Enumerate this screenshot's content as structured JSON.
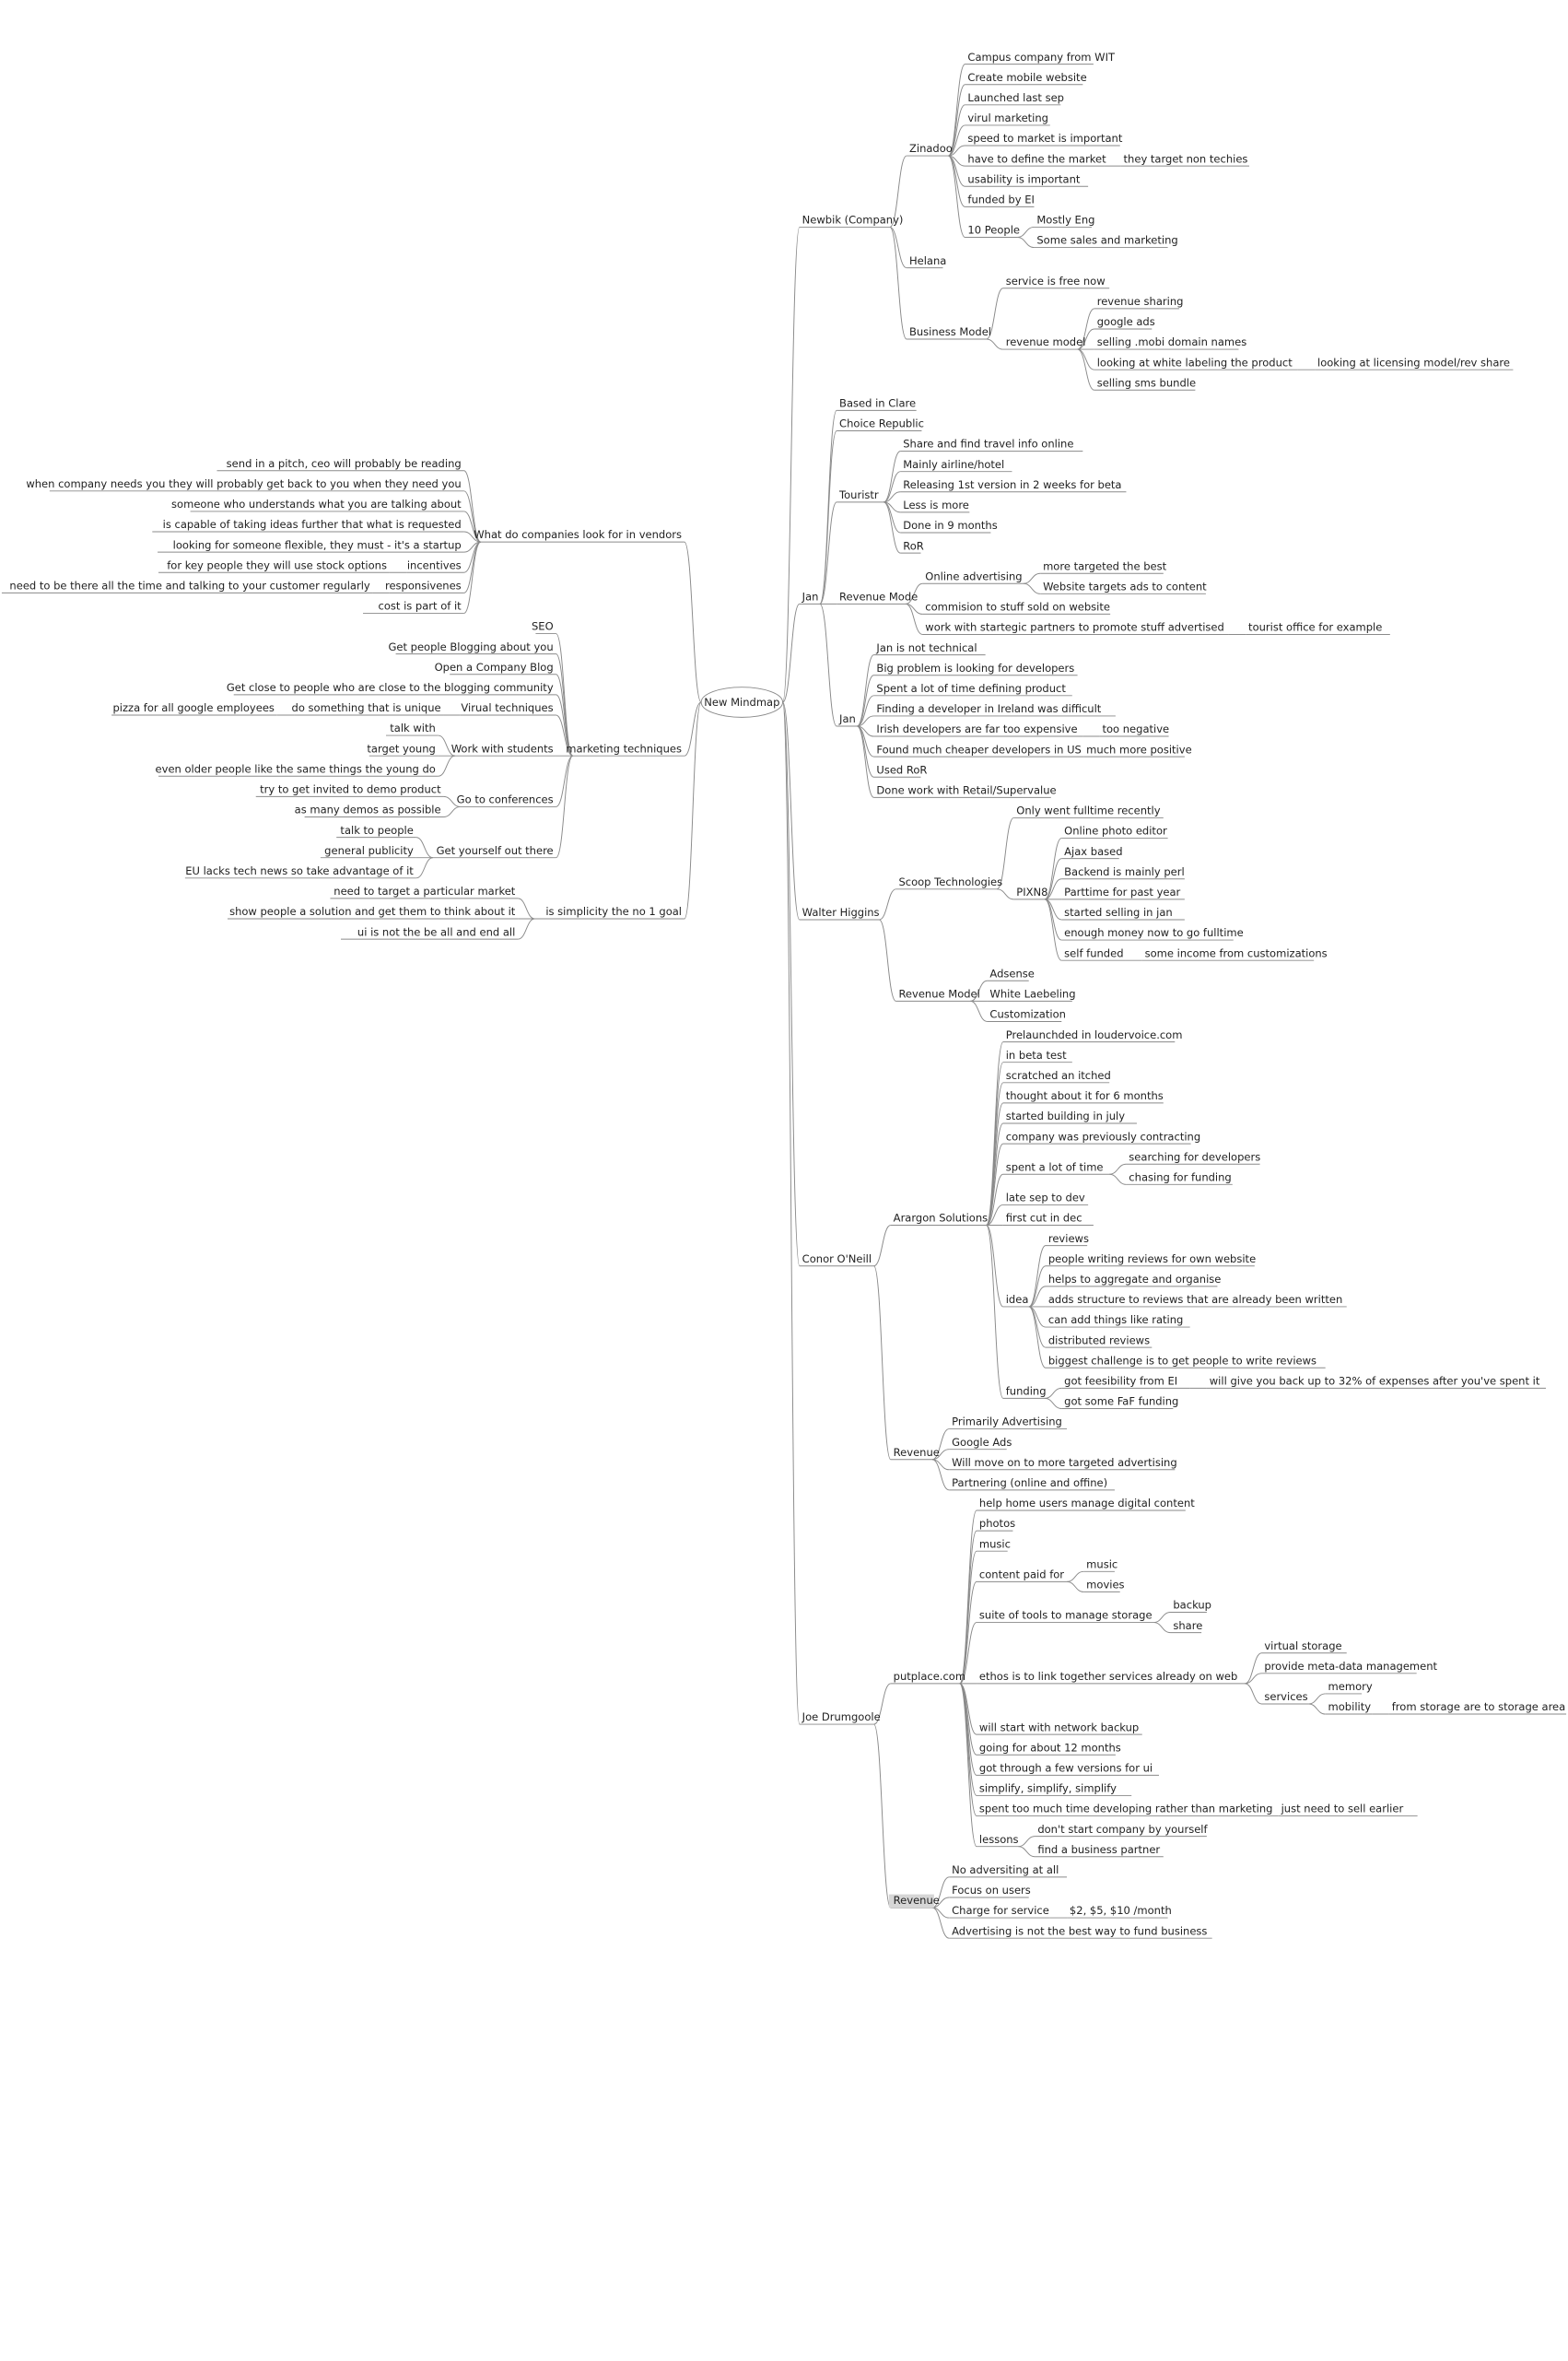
{
  "mindmap": {
    "root": {
      "label": "New Mindmap",
      "right": [
        {
          "label": "Newbik (Company)",
          "children": [
            {
              "label": "Zinadoo",
              "children": [
                {
                  "label": "Campus company from WIT"
                },
                {
                  "label": "Create mobile website"
                },
                {
                  "label": "Launched last sep"
                },
                {
                  "label": "virul marketing"
                },
                {
                  "label": "speed to market is important"
                },
                {
                  "label": "have to define the market",
                  "children": [
                    {
                      "label": "they target non techies"
                    }
                  ]
                },
                {
                  "label": "usability is important"
                },
                {
                  "label": "funded by EI"
                },
                {
                  "label": "10 People",
                  "children": [
                    {
                      "label": "Mostly Eng"
                    },
                    {
                      "label": "Some sales and marketing"
                    }
                  ]
                }
              ]
            },
            {
              "label": "Helana"
            },
            {
              "label": "Business Model",
              "children": [
                {
                  "label": "service is free now"
                },
                {
                  "label": "revenue model",
                  "children": [
                    {
                      "label": "revenue sharing"
                    },
                    {
                      "label": "google ads"
                    },
                    {
                      "label": "selling .mobi domain names"
                    },
                    {
                      "label": "looking at white labeling the product",
                      "children": [
                        {
                          "label": "looking at licensing model/rev share"
                        }
                      ]
                    },
                    {
                      "label": "selling sms bundle"
                    }
                  ]
                }
              ]
            }
          ]
        },
        {
          "label": "Jan",
          "children": [
            {
              "label": "Based in Clare"
            },
            {
              "label": "Choice Republic"
            },
            {
              "label": "Touristr",
              "children": [
                {
                  "label": "Share and find travel info online"
                },
                {
                  "label": "Mainly airline/hotel"
                },
                {
                  "label": "Releasing 1st version in 2 weeks for beta"
                },
                {
                  "label": "Less is more"
                },
                {
                  "label": "Done in 9 months"
                },
                {
                  "label": "RoR"
                }
              ]
            },
            {
              "label": "Revenue Mode",
              "children": [
                {
                  "label": "Online advertising",
                  "children": [
                    {
                      "label": "more targeted the best"
                    },
                    {
                      "label": "Website targets ads to content"
                    }
                  ]
                },
                {
                  "label": "commision to stuff sold on website"
                },
                {
                  "label": "work with startegic partners to promote stuff advertised",
                  "children": [
                    {
                      "label": "tourist office for example"
                    }
                  ]
                }
              ]
            },
            {
              "label": "Jan",
              "children": [
                {
                  "label": "Jan is not technical"
                },
                {
                  "label": "Big problem is looking for developers"
                },
                {
                  "label": "Spent a lot of time defining product"
                },
                {
                  "label": "Finding a developer in Ireland was difficult"
                },
                {
                  "label": "Irish developers are far too expensive",
                  "children": [
                    {
                      "label": "too negative"
                    }
                  ]
                },
                {
                  "label": "Found much cheaper developers in US",
                  "children": [
                    {
                      "label": "much more positive"
                    }
                  ]
                },
                {
                  "label": "Used RoR"
                },
                {
                  "label": "Done work with Retail/Supervalue"
                }
              ]
            }
          ]
        },
        {
          "label": "Walter Higgins",
          "children": [
            {
              "label": "Scoop Technologies",
              "children": [
                {
                  "label": "Only went fulltime recently"
                },
                {
                  "label": "PIXN8",
                  "children": [
                    {
                      "label": "Online photo editor"
                    },
                    {
                      "label": "Ajax based"
                    },
                    {
                      "label": "Backend is mainly perl"
                    },
                    {
                      "label": "Parttime for past year"
                    },
                    {
                      "label": "started selling in jan"
                    },
                    {
                      "label": "enough money now to go fulltime"
                    },
                    {
                      "label": "self funded",
                      "children": [
                        {
                          "label": "some income from customizations"
                        }
                      ]
                    }
                  ]
                }
              ]
            },
            {
              "label": "Revenue Model",
              "children": [
                {
                  "label": "Adsense"
                },
                {
                  "label": "White Laebeling"
                },
                {
                  "label": "Customization"
                }
              ]
            }
          ]
        },
        {
          "label": "Conor O'Neill",
          "children": [
            {
              "label": "Arargon Solutions",
              "children": [
                {
                  "label": "Prelaunchded in loudervoice.com"
                },
                {
                  "label": "in beta test"
                },
                {
                  "label": "scratched an itched"
                },
                {
                  "label": "thought about it for 6 months"
                },
                {
                  "label": "started building in july"
                },
                {
                  "label": "company was previously contracting"
                },
                {
                  "label": "spent a lot of time",
                  "children": [
                    {
                      "label": "searching for developers"
                    },
                    {
                      "label": "chasing for funding"
                    }
                  ]
                },
                {
                  "label": "late sep to dev"
                },
                {
                  "label": "first cut in dec"
                },
                {
                  "label": "idea",
                  "children": [
                    {
                      "label": "reviews"
                    },
                    {
                      "label": "people writing reviews for own website"
                    },
                    {
                      "label": "helps to aggregate and organise"
                    },
                    {
                      "label": "adds structure to reviews that are already been written"
                    },
                    {
                      "label": "can add things like rating"
                    },
                    {
                      "label": "distributed reviews"
                    },
                    {
                      "label": "biggest challenge is to get people to write reviews"
                    }
                  ]
                },
                {
                  "label": "funding",
                  "children": [
                    {
                      "label": "got feesibility from EI",
                      "children": [
                        {
                          "label": "will give you back up to 32% of expenses after you've spent it"
                        }
                      ]
                    },
                    {
                      "label": "got some FaF funding"
                    }
                  ]
                }
              ]
            },
            {
              "label": "Revenue",
              "children": [
                {
                  "label": "Primarily Advertising"
                },
                {
                  "label": "Google Ads"
                },
                {
                  "label": "Will move on to more targeted advertising"
                },
                {
                  "label": "Partnering (online and offine)"
                }
              ]
            }
          ]
        },
        {
          "label": "Joe Drumgoole",
          "children": [
            {
              "label": "putplace.com",
              "children": [
                {
                  "label": "help home users manage digital content"
                },
                {
                  "label": "photos"
                },
                {
                  "label": "music"
                },
                {
                  "label": "content paid for",
                  "children": [
                    {
                      "label": "music"
                    },
                    {
                      "label": "movies"
                    }
                  ]
                },
                {
                  "label": "suite of tools to manage storage",
                  "children": [
                    {
                      "label": "backup"
                    },
                    {
                      "label": "share"
                    }
                  ]
                },
                {
                  "label": "ethos is to link together services already on web",
                  "children": [
                    {
                      "label": "virtual storage"
                    },
                    {
                      "label": "provide meta-data management"
                    },
                    {
                      "label": "services",
                      "children": [
                        {
                          "label": "memory"
                        },
                        {
                          "label": "mobility",
                          "children": [
                            {
                              "label": "from storage are to storage area"
                            }
                          ]
                        }
                      ]
                    }
                  ]
                },
                {
                  "label": "will start with network backup"
                },
                {
                  "label": "going for about 12 months"
                },
                {
                  "label": "got through a few versions for ui"
                },
                {
                  "label": "simplify, simplify, simplify"
                },
                {
                  "label": "spent too much time developing rather than marketing",
                  "children": [
                    {
                      "label": "just need to sell earlier"
                    }
                  ]
                },
                {
                  "label": "lessons",
                  "children": [
                    {
                      "label": "don't start company by yourself"
                    },
                    {
                      "label": "find a business partner"
                    }
                  ]
                }
              ]
            },
            {
              "label": "Revenue",
              "highlight": true,
              "children": [
                {
                  "label": "No adversiting at all"
                },
                {
                  "label": "Focus on users"
                },
                {
                  "label": "Charge for service",
                  "children": [
                    {
                      "label": "$2, $5, $10 /month"
                    }
                  ]
                },
                {
                  "label": "Advertising is not the best way to fund business"
                }
              ]
            }
          ]
        }
      ],
      "left": [
        {
          "label": "What do companies look for in vendors",
          "children": [
            {
              "label": "send in a pitch, ceo will probably be reading"
            },
            {
              "label": "when company needs you they will probably get back to you when they need you"
            },
            {
              "label": "someone who understands what you are talking about"
            },
            {
              "label": "is capable of taking ideas further that what is requested"
            },
            {
              "label": "looking for someone flexible, they must - it's a startup"
            },
            {
              "label": "incentives",
              "children": [
                {
                  "label": "for key people they will use stock options"
                }
              ]
            },
            {
              "label": "responsivenes",
              "children": [
                {
                  "label": "need to be there all the time and talking to your customer regularly"
                }
              ]
            },
            {
              "label": "cost is part of it"
            }
          ]
        },
        {
          "label": "marketing techniques",
          "children": [
            {
              "label": "SEO"
            },
            {
              "label": "Get people Blogging about you"
            },
            {
              "label": "Open a Company Blog"
            },
            {
              "label": "Get close to people who are close to the blogging community"
            },
            {
              "label": "Virual techniques",
              "children": [
                {
                  "label": "do something that is unique",
                  "children": [
                    {
                      "label": "pizza for all google employees"
                    }
                  ]
                }
              ]
            },
            {
              "label": "Work with students",
              "children": [
                {
                  "label": "talk with"
                },
                {
                  "label": "target young"
                },
                {
                  "label": "even older people like the same things the young do"
                }
              ]
            },
            {
              "label": "Go to conferences",
              "children": [
                {
                  "label": "try to get invited to demo product"
                },
                {
                  "label": "as many demos as possible"
                }
              ]
            },
            {
              "label": "Get yourself out there",
              "children": [
                {
                  "label": "talk to people"
                },
                {
                  "label": "general publicity"
                },
                {
                  "label": "EU lacks tech news so take advantage of it"
                }
              ]
            }
          ]
        },
        {
          "label": "is simplicity the no 1 goal",
          "children": [
            {
              "label": "need to target a particular market"
            },
            {
              "label": "show people a solution and get them to think about it"
            },
            {
              "label": "ui is not the be all and end all"
            }
          ]
        }
      ]
    }
  }
}
